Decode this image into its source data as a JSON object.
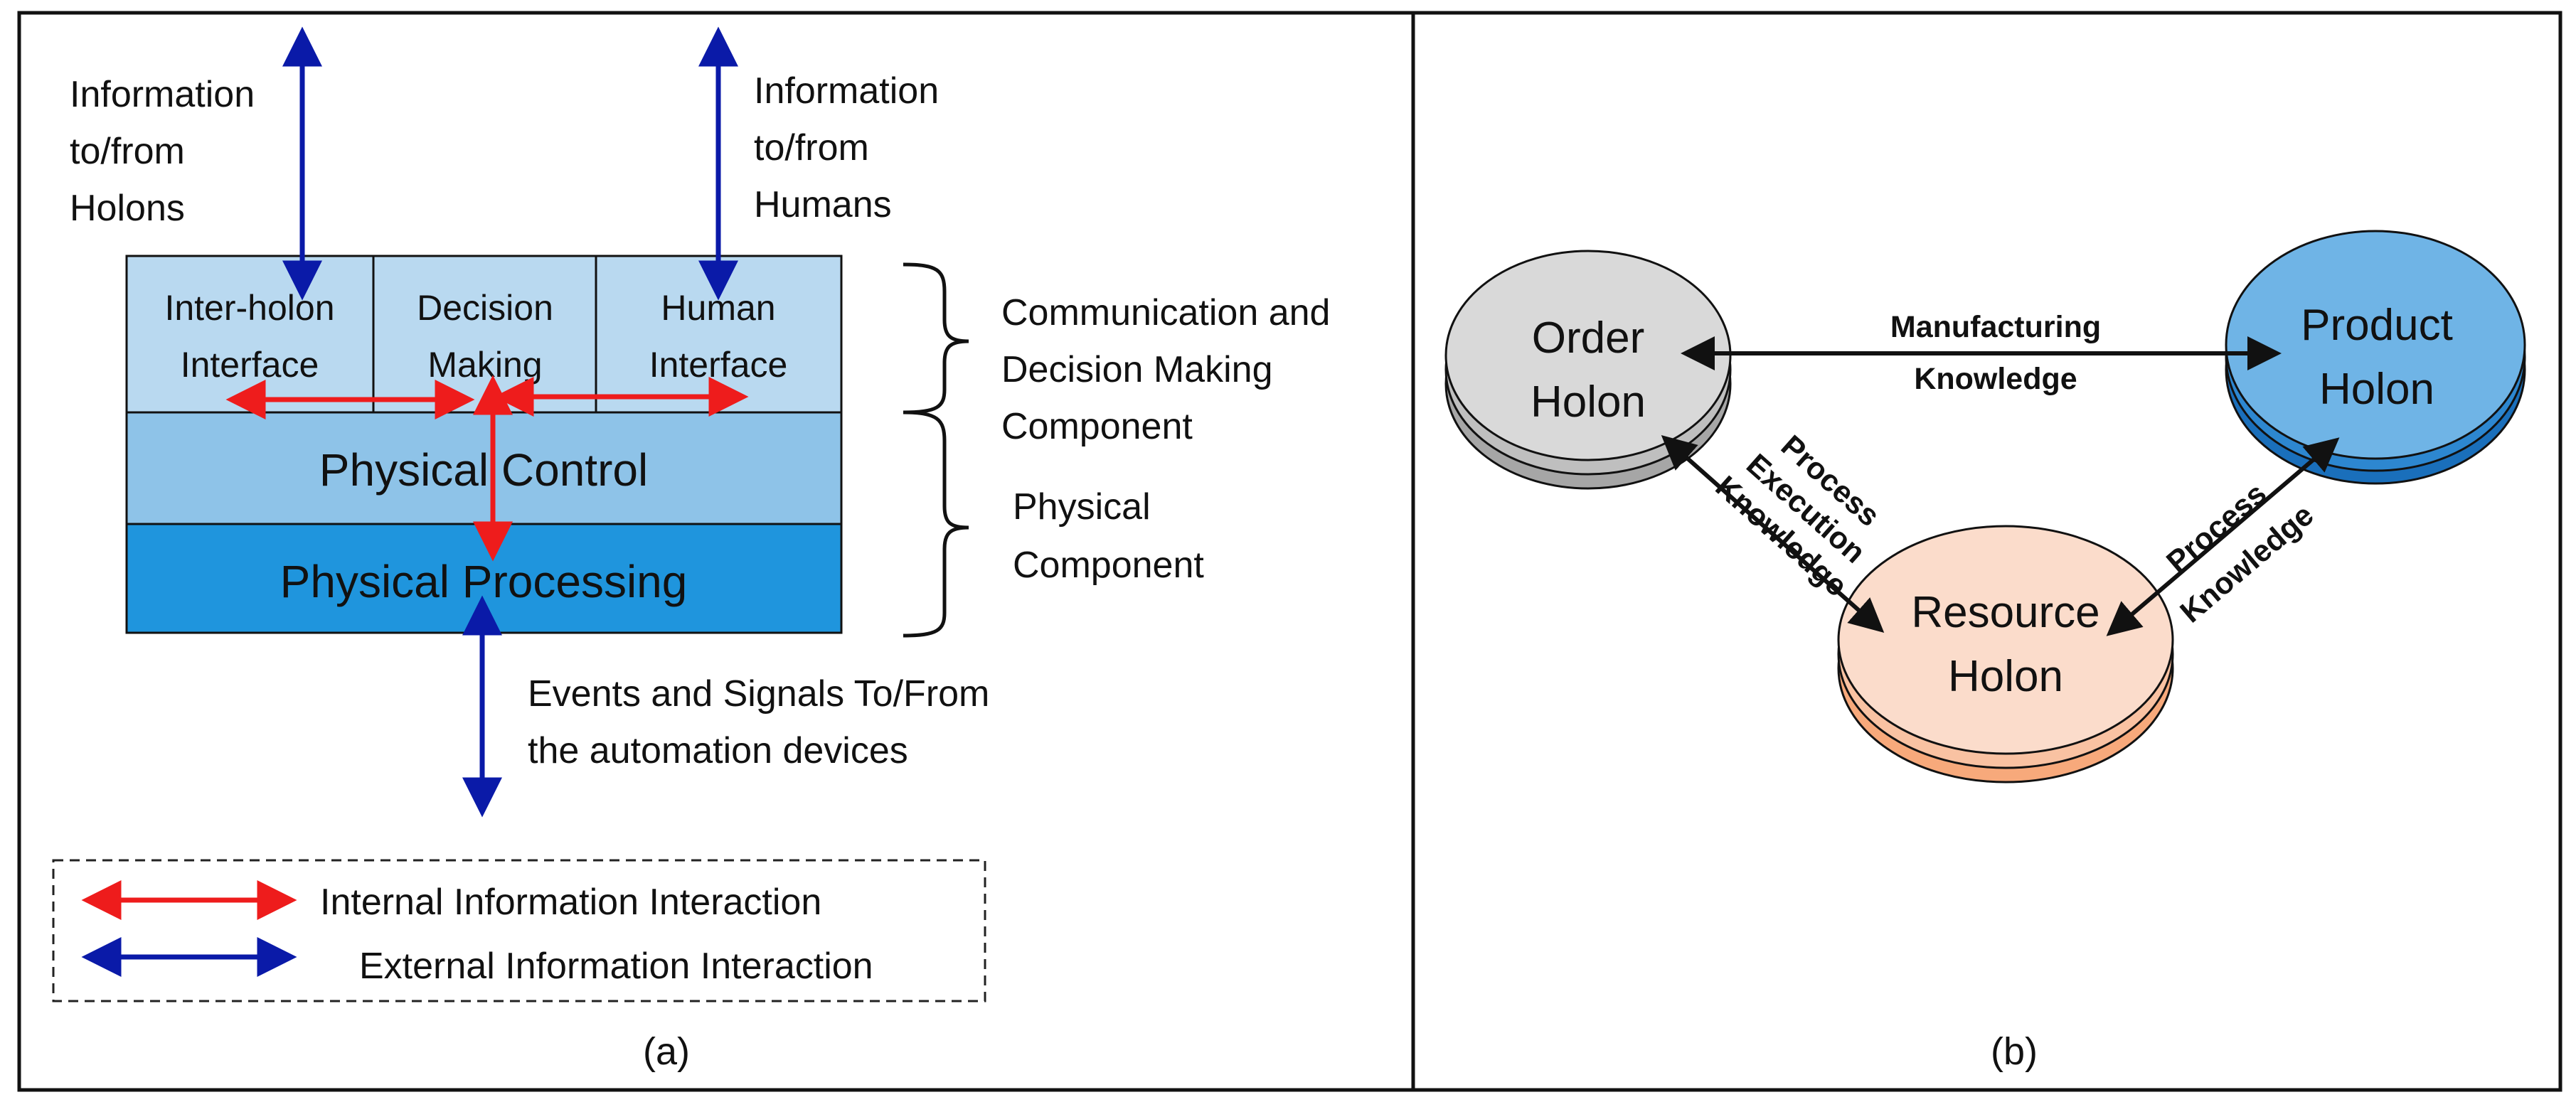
{
  "panel_a": {
    "info_holons": [
      "Information",
      "to/from",
      "Holons"
    ],
    "info_humans": [
      "Information",
      "to/from",
      "Humans"
    ],
    "cell_interholon": [
      "Inter-holon",
      "Interface"
    ],
    "cell_decision": [
      "Decision",
      "Making"
    ],
    "cell_human": [
      "Human",
      "Interface"
    ],
    "layer_control": "Physical Control",
    "layer_processing": "Physical Processing",
    "brace_comm": [
      "Communication and",
      "Decision Making",
      "Component"
    ],
    "brace_physical": [
      "Physical",
      "Component"
    ],
    "events": [
      "Events and Signals To/From",
      "the automation devices"
    ],
    "legend_internal": "Internal Information Interaction",
    "legend_external": "External Information Interaction",
    "caption": "(a)"
  },
  "panel_b": {
    "order_holon": [
      "Order",
      "Holon"
    ],
    "product_holon": [
      "Product",
      "Holon"
    ],
    "resource_holon": [
      "Resource",
      "Holon"
    ],
    "manufacturing_knowledge": [
      "Manufacturing",
      "Knowledge"
    ],
    "process_execution_knowledge": [
      "Process",
      "Execution",
      "Knowledge"
    ],
    "process_knowledge": [
      "Process",
      "Knowledge"
    ],
    "caption": "(b)"
  },
  "colors": {
    "internal_arrow": "#ee1c1c",
    "external_arrow": "#0a1aa8",
    "layer_top": "#b9d9f0",
    "layer_control": "#8ec3e8",
    "layer_processing": "#1f95dd",
    "order_holon": "#d9d9d9",
    "product_holon": "#6fb4e6",
    "resource_holon": "#fbdccb"
  }
}
